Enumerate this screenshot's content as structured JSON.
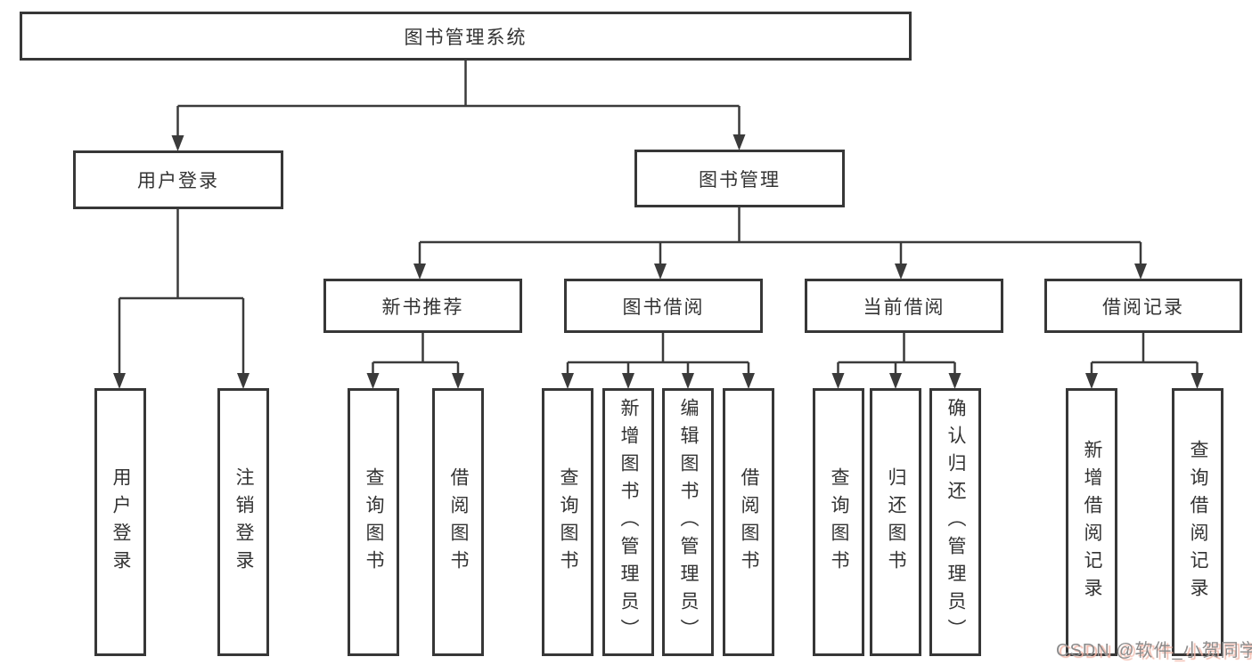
{
  "colors": {
    "background": "#ffffff",
    "line": "#3b3b3b",
    "border": "#373737",
    "box_bg": "#ffffff",
    "text": "#333333",
    "watermark_text": "#8c8c8c",
    "watermark_shadow": "#f2b9ab"
  },
  "watermark": "CSDN @软件_小贺同学",
  "tree": {
    "root": "图书管理系统",
    "children": [
      {
        "label": "用户登录",
        "children": [
          "用户登录",
          "注销登录"
        ]
      },
      {
        "label": "图书管理",
        "children": [
          {
            "label": "新书推荐",
            "children": [
              "查询图书",
              "借阅图书"
            ]
          },
          {
            "label": "图书借阅",
            "children": [
              "查询图书",
              "新增图书（管理员）",
              "编辑图书（管理员）",
              "借阅图书"
            ]
          },
          {
            "label": "当前借阅",
            "children": [
              "查询图书",
              "归还图书",
              "确认归还（管理员）"
            ]
          },
          {
            "label": "借阅记录",
            "children": [
              "新增借阅记录",
              "查询借阅记录"
            ]
          }
        ]
      }
    ]
  }
}
